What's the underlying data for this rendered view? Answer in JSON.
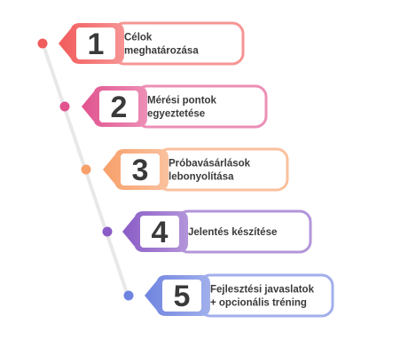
{
  "steps": [
    {
      "number": "1",
      "lines": [
        "Célok",
        "meghatározása"
      ],
      "color": "#f25b5b"
    },
    {
      "number": "2",
      "lines": [
        "Mérési pontok",
        "egyeztetése"
      ],
      "color": "#e1538f"
    },
    {
      "number": "3",
      "lines": [
        "Próbavásárlások",
        "lebonyolítása"
      ],
      "color": "#f7a06a"
    },
    {
      "number": "4",
      "lines": [
        "Jelentés készítése"
      ],
      "color": "#8a5cc6"
    },
    {
      "number": "5",
      "lines": [
        "Fejlesztési javaslatok",
        "+ opcionális tréning"
      ],
      "color": "#6f84e0"
    }
  ]
}
